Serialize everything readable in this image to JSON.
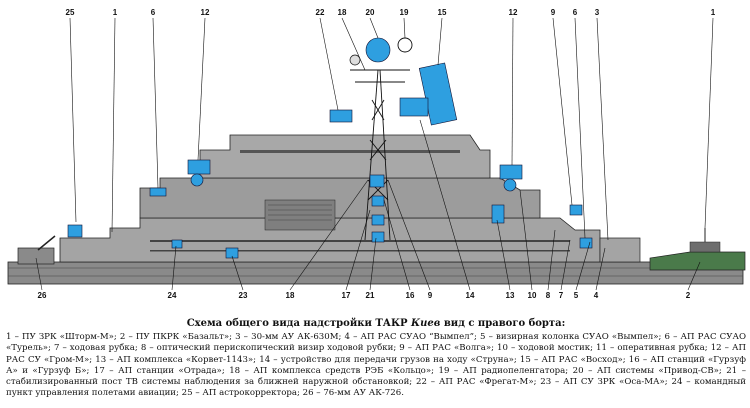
{
  "caption": {
    "title_part1": "Схема общего вида надстройки ТАКР ",
    "title_ship": "Киев",
    "title_part2": " вид с правого борта:",
    "body": "1 – ПУ ЗРК «Шторм-М»; 2 – ПУ ПКРК «Базальт»; 3 – 30-мм АУ АК-630М; 4 – АП РАС СУАО “Вымпел”; 5 – визирная колонка СУАО «Вымпел»; 6 – АП РАС СУАО «Турель»; 7 – ходовая рубка; 8 – оптический перископический визир ходовой рубки; 9 – АП РАС «Волга»; 10 – ходовой мостик; 11 – оперативная рубка; 12 – АП РАС СУ «Гром-М»; 13 – АП комплекса «Корвет-1143»; 14 – устройство для передачи грузов на ходу «Струна»; 15 – АП РАС «Восход»; 16 – АП станций «Гурзуф А» и «Гурзуф Б»; 17 – АП станции «Отрада»; 18 – АП комплекса средств РЭБ «Кольцо»; 19 – АП радиопеленгатора; 20 – АП системы «Привод-СВ»; 21 – стабилизированный пост ТВ системы наблюдения за ближней наружной обстановкой; 22 – АП РАС «Фрегат-М»; 23 – АП СУ ЗРК «Оса-МА»; 24 – командный пункт управления полетами авиации; 25 – АП астрокорректора; 26 – 76-мм АУ АК-726."
  },
  "callouts": {
    "top": [
      "25",
      "1",
      "6",
      "12",
      "22",
      "18",
      "20",
      "19",
      "15",
      "12",
      "9",
      "6",
      "3",
      "1"
    ],
    "bottom": [
      "26",
      "24",
      "23",
      "18",
      "17",
      "21",
      "16",
      "9",
      "14",
      "13",
      "10",
      "8",
      "7",
      "5",
      "4",
      "2"
    ]
  },
  "colors": {
    "hull": "#9a9a9a",
    "hull_dark": "#6d6d6d",
    "antenna": "#2e9fe0",
    "gun_green": "#4a7a4a",
    "ink": "#111111"
  }
}
